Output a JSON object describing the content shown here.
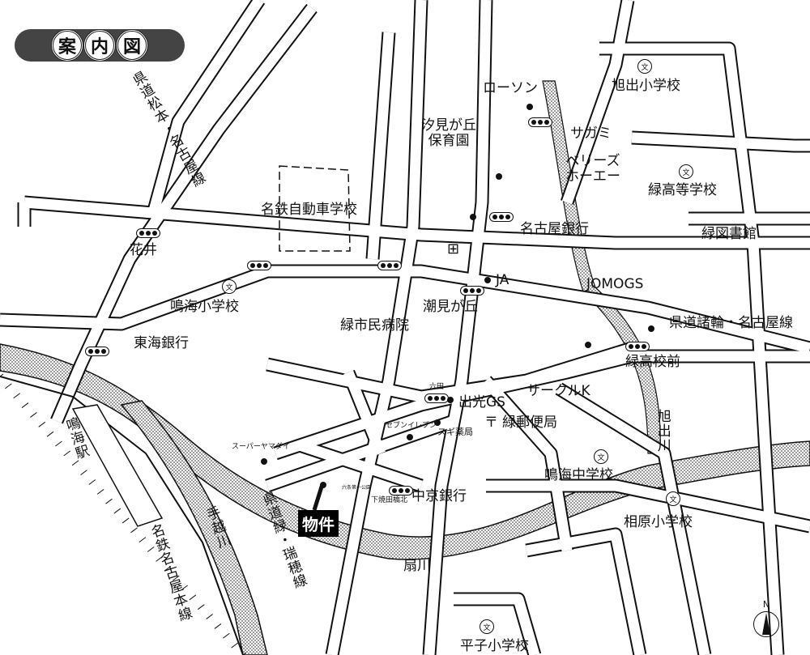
{
  "title": {
    "chars": [
      "案",
      "内",
      "図"
    ]
  },
  "property_label": "物件",
  "north_label": "N",
  "roads": {
    "matsumoto_nagoya": "県道松本・名古屋線",
    "moroawa_nagoya": "県道諸輪・名古屋線",
    "midori_mizuho": "県道緑・瑞穂線",
    "meitetsu_line": "名鉄名古屋本線"
  },
  "rivers": {
    "tegoshi": "手越川",
    "ogi": "扇川",
    "asahide": "旭出川"
  },
  "places": {
    "lawson": "ローソン",
    "shiomi_nursery": "汐見が丘\n保育園",
    "sagami": "サガミ",
    "berries": "ベリーズ\nホーエー",
    "asahide_school": "旭出小学校",
    "midori_high": "緑高等学校",
    "meitetsu_driving": "名鉄自動車学校",
    "nagoya_bank": "名古屋銀行",
    "midori_library": "緑図書館",
    "hanai": "花井",
    "narumi_elem": "鳴海小学校",
    "ja": "JA",
    "jomo": "JOMOGS",
    "shiomigaoka": "潮見が丘",
    "midori_hospital": "緑市民病院",
    "tokai_bank": "東海銀行",
    "midori_koko_mae": "緑高校前",
    "circle_k": "サークルK",
    "rokuta": "六田",
    "idemitsu": "出光GS",
    "sugi": "スギ薬局",
    "midori_post": "緑郵便局",
    "seven": "セブンイレブン",
    "super_yamadai": "スーパーヤマダイ",
    "narumi_station": "鳴海駅",
    "park": "六条第一公園",
    "shimoyakeda": "下焼田橋北",
    "chukyo_bank": "中京銀行",
    "narumi_jhs": "鳴海中学校",
    "aihara_school": "相原小学校",
    "hirako_school": "平子小学校"
  },
  "school_symbol": "文",
  "post_symbol": "〒",
  "hospital_symbol": "⊞"
}
